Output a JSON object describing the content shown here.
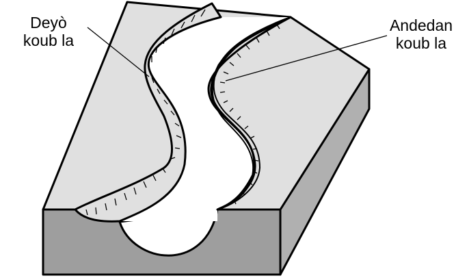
{
  "labels": {
    "outer_bank": {
      "line1": "Deyò",
      "line2": "koub la"
    },
    "inner_bank": {
      "line1": "Andedan",
      "line2": "koub la"
    }
  },
  "colors": {
    "surface": "#e0e0e0",
    "front_face": "#9e9e9e",
    "side_face": "#b0b0b0",
    "channel": "#ffffff",
    "outline": "#000000"
  }
}
